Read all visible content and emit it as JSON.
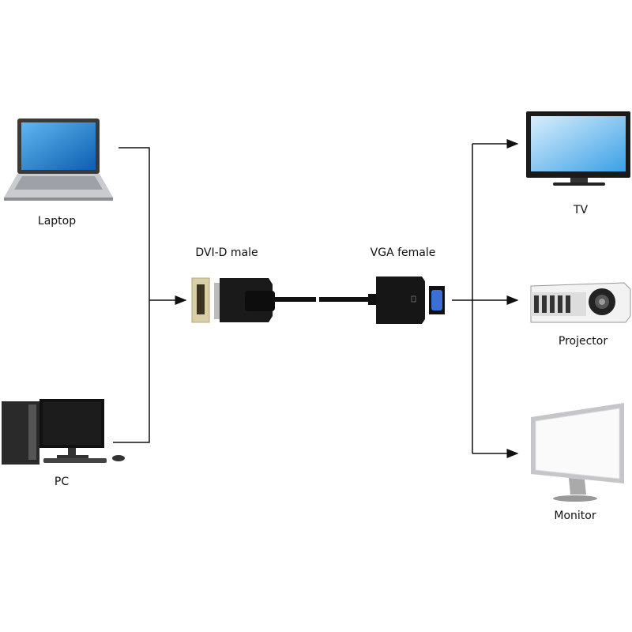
{
  "sources": [
    {
      "label": "Laptop",
      "icon": "laptop-icon"
    },
    {
      "label": "PC",
      "icon": "desktop-pc-icon"
    }
  ],
  "adapter": {
    "input_label": "DVI-D male",
    "output_label": "VGA female"
  },
  "targets": [
    {
      "label": "TV",
      "icon": "tv-icon"
    },
    {
      "label": "Projector",
      "icon": "projector-icon"
    },
    {
      "label": "Monitor",
      "icon": "monitor-icon"
    }
  ],
  "colors": {
    "line": "#111111",
    "screen": "#1e7fd0",
    "vga_port": "#3b6fd6"
  }
}
